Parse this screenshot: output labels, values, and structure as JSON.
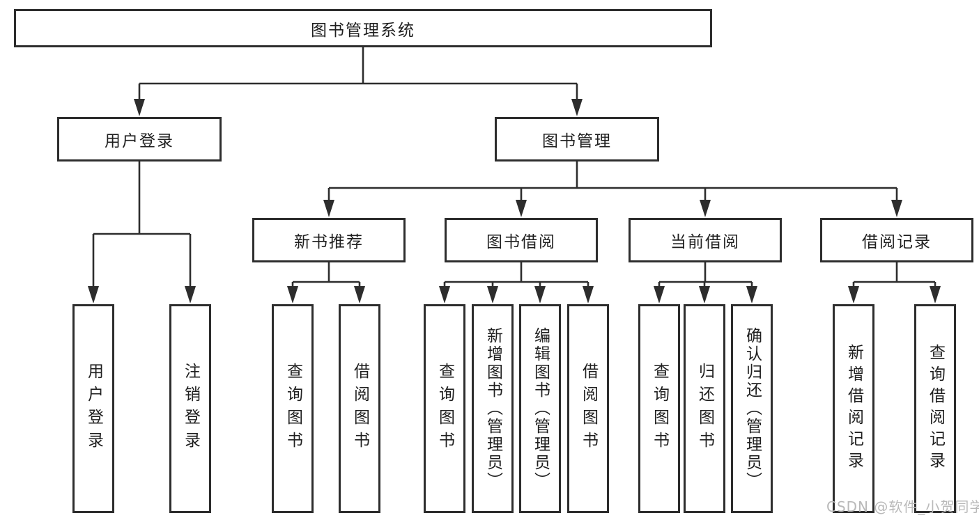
{
  "diagram": {
    "root": "图书管理系统",
    "branches": [
      {
        "label": "用户登录",
        "leaves": [
          "用户登录",
          "注销登录"
        ]
      },
      {
        "label": "图书管理",
        "groups": [
          {
            "label": "新书推荐",
            "leaves": [
              "查询图书",
              "借阅图书"
            ]
          },
          {
            "label": "图书借阅",
            "leaves": [
              "查询图书",
              "新增图书（管理员）",
              "编辑图书（管理员）",
              "借阅图书"
            ]
          },
          {
            "label": "当前借阅",
            "leaves": [
              "查询图书",
              "归还图书",
              "确认归还（管理员）"
            ]
          },
          {
            "label": "借阅记录",
            "leaves": [
              "新增借阅记录",
              "查询借阅记录"
            ]
          }
        ]
      }
    ]
  },
  "watermark": {
    "text": "CSDN @软件_小贺同学"
  },
  "colors": {
    "line": "#2d2d2d",
    "text": "#1f1f1f",
    "background": "#ffffff",
    "watermark": "#b9b9b9"
  }
}
